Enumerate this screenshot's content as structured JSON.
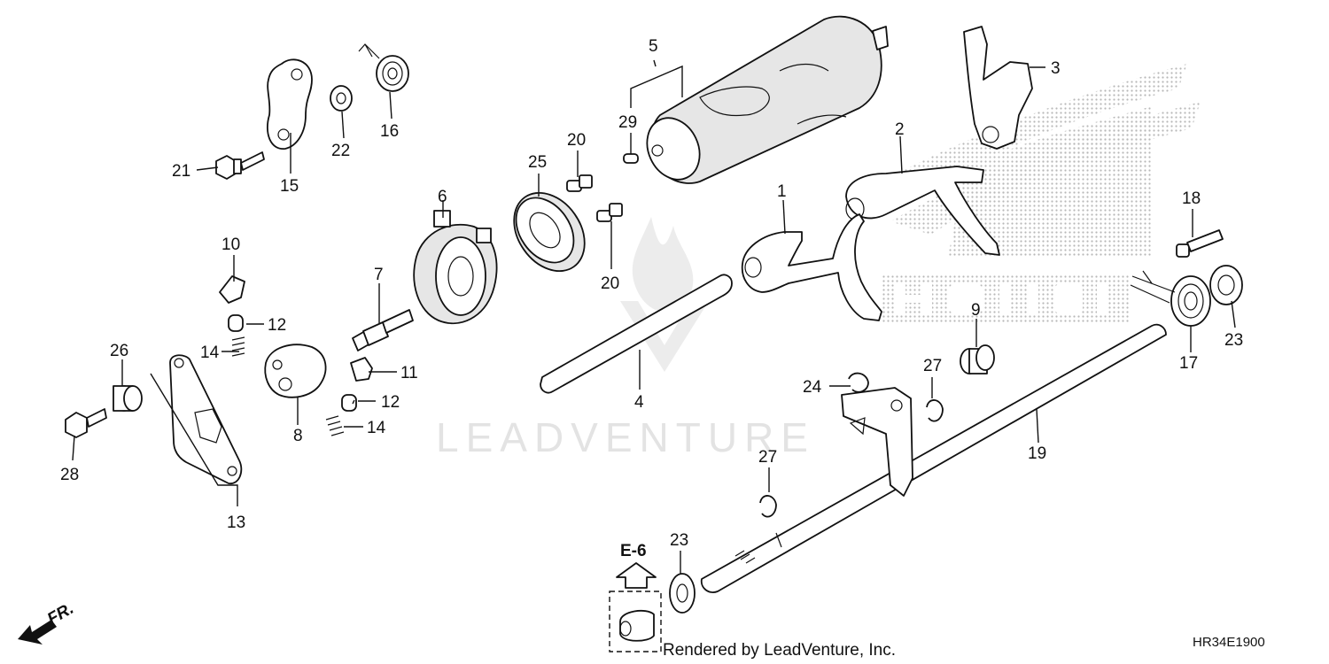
{
  "watermark": "LEADVENTURE",
  "footer_credit": "Rendered by LeadVenture, Inc.",
  "diagram_code": "HR34E1900",
  "ref_label": "E-6",
  "front_label": "FR.",
  "part_labels": {
    "p1": "1",
    "p2": "2",
    "p3": "3",
    "p4": "4",
    "p5": "5",
    "p6": "6",
    "p7": "7",
    "p8": "8",
    "p9": "9",
    "p10": "10",
    "p11": "11",
    "p12a": "12",
    "p12b": "12",
    "p13": "13",
    "p14a": "14",
    "p14b": "14",
    "p15": "15",
    "p16": "16",
    "p17": "17",
    "p18": "18",
    "p19": "19",
    "p20a": "20",
    "p20b": "20",
    "p21": "21",
    "p22": "22",
    "p23a": "23",
    "p23b": "23",
    "p24": "24",
    "p25": "25",
    "p26": "26",
    "p27a": "27",
    "p27b": "27",
    "p28": "28",
    "p29": "29"
  }
}
